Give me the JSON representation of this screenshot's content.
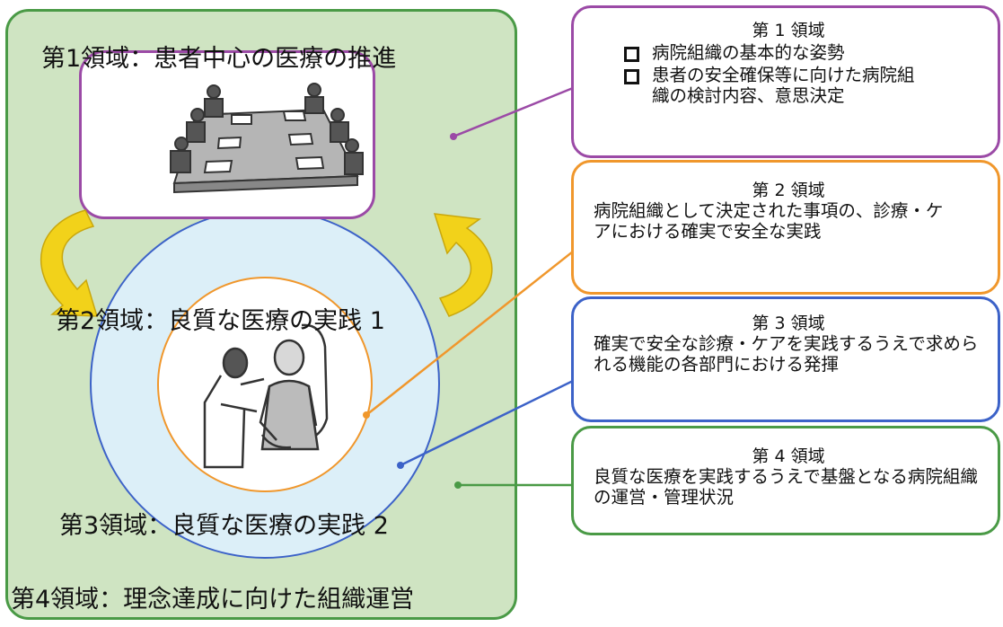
{
  "left_panel": {
    "domain1_label": "第1領域：患者中心の医療の推進",
    "domain2_label": "第2領域：良質な医療の実践 1",
    "domain3_label": "第3領域：良質な医療の実践 2",
    "domain4_label": "第4領域：理念達成に向けた組織運営"
  },
  "boxes": {
    "box1": {
      "title": "第 1 領域",
      "items": [
        "病院組織の基本的な姿勢",
        "患者の安全確保等に向けた病院組織の検討内容、意思決定"
      ]
    },
    "box2": {
      "title": "第 2 領域",
      "text": "病院組織として決定された事項の、診療・ケアにおける確実で安全な実践"
    },
    "box3": {
      "title": "第 3 領域",
      "text": "確実で安全な診療・ケアを実践するうえで求められる機能の各部門における発揮"
    },
    "box4": {
      "title": "第 4 領域",
      "text": "良質な医療を実践するうえで基盤となる病院組織の運営・管理状況"
    }
  },
  "colors": {
    "domain1": "#9b4aa6",
    "domain2": "#f0972c",
    "domain3": "#3c62c8",
    "domain4": "#4a9a46",
    "arrow": "#f2d21a"
  },
  "icons": [
    "meeting-table-illustration",
    "patient-care-illustration",
    "cycle-arrow-left",
    "cycle-arrow-right",
    "checkbox-square-icon"
  ]
}
